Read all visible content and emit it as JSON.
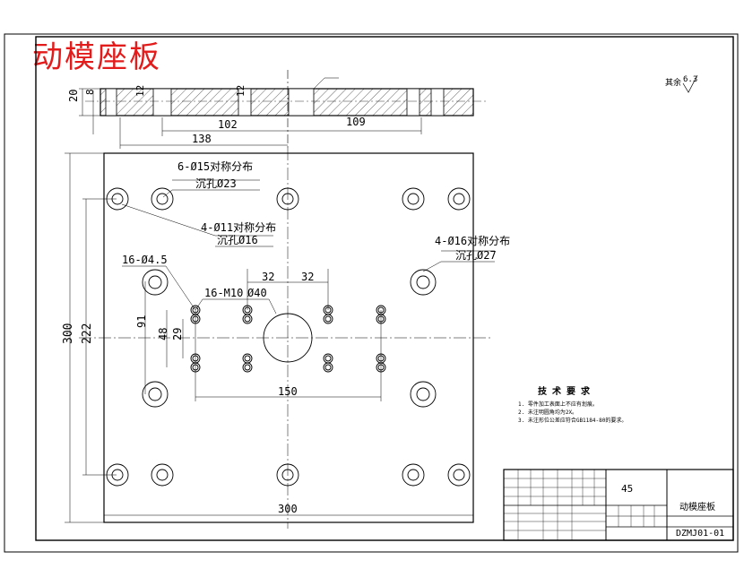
{
  "heading": "动模座板",
  "section": {
    "dim_left_20": "20",
    "dim_8": "8",
    "dim_12a": "12",
    "dim_12b": "12",
    "dim_102": "102",
    "dim_109": "109",
    "dim_138": "138"
  },
  "roughness": {
    "label": "其余",
    "value": "6.3"
  },
  "plan": {
    "dim_300_w": "300",
    "dim_300_h": "300",
    "dim_222": "222",
    "dim_91": "91",
    "dim_48": "48",
    "dim_29": "29",
    "dim_32a": "32",
    "dim_32b": "32",
    "dim_150": "150"
  },
  "notes": {
    "n1a": "6-Ø15对称分布",
    "n1b": "沉孔Ø23",
    "n2a": "4-Ø11对称分布",
    "n2b": "沉孔Ø16",
    "n3a": "4-Ø16对称分布",
    "n3b": "沉孔Ø27",
    "n4": "16-Ø4.5",
    "n5": "16-M10",
    "n6": "Ø40"
  },
  "tech": {
    "title": "技 术 要 求",
    "l1": "1. 零件加工表面上不应有划痕。",
    "l2": "2. 未注明圆角均为2X。",
    "l3": "3. 未注形位公差应符合GB1184-80的要求。"
  },
  "titleblock": {
    "material": "45",
    "name": "动模座板",
    "code": "DZMJ01-01"
  }
}
